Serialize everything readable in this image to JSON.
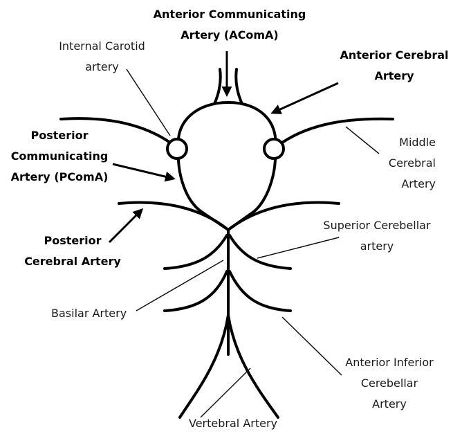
{
  "labels": {
    "acoma": [
      "Anterior Communicating",
      "Artery (AComA)"
    ],
    "ica": [
      "Internal Carotid",
      "artery"
    ],
    "aca": [
      "Anterior Cerebral",
      "Artery"
    ],
    "pcoma": [
      "Posterior",
      "Communicating",
      "Artery (PComA)"
    ],
    "mca": [
      "Middle",
      "Cerebral",
      "Artery"
    ],
    "pca": [
      "Posterior",
      "Cerebral Artery"
    ],
    "sca": [
      "Superior Cerebellar",
      "artery"
    ],
    "basilar": [
      "Basilar Artery"
    ],
    "aica": [
      "Anterior Inferior",
      "Cerebellar",
      "Artery"
    ],
    "vertebral": [
      "Vertebral Artery"
    ]
  }
}
